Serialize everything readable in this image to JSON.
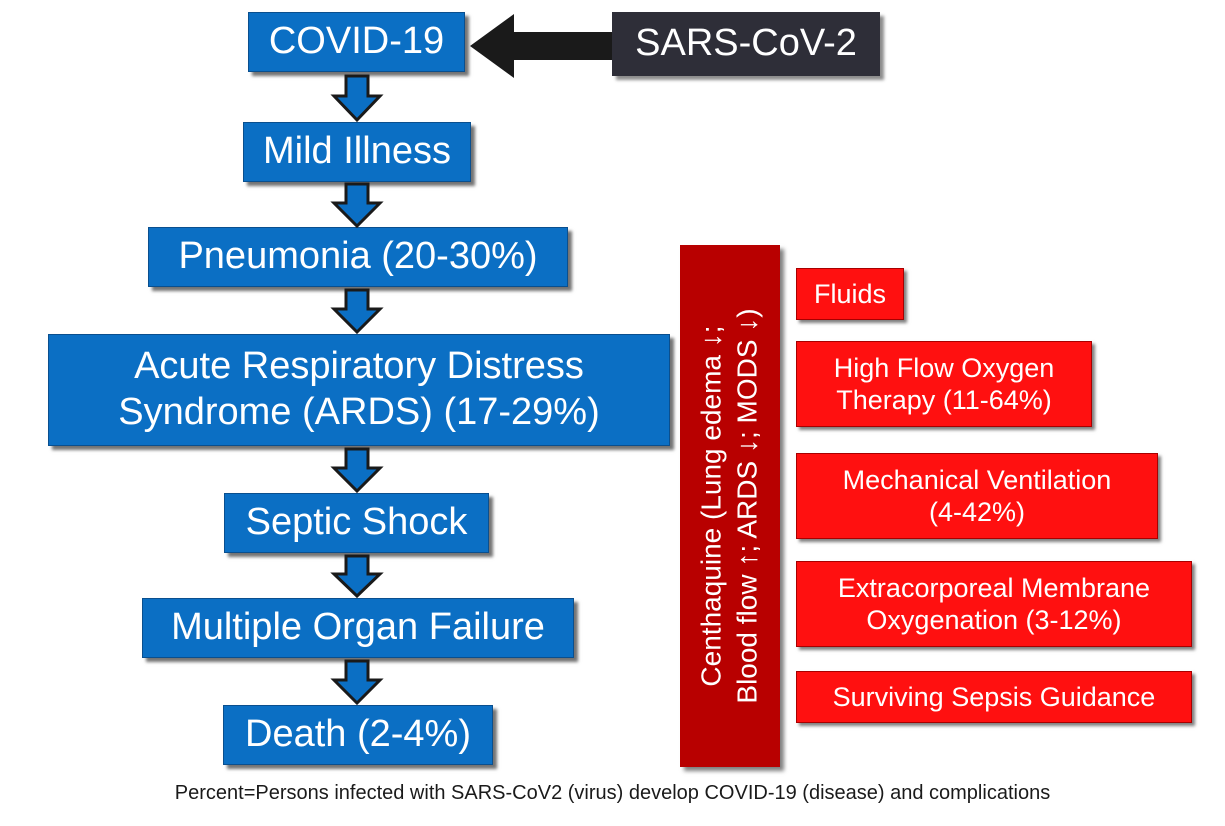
{
  "source": {
    "label": "SARS-CoV-2"
  },
  "flow": {
    "covid": "COVID-19",
    "mild": "Mild Illness",
    "pneumonia": "Pneumonia (20-30%)",
    "ards_line1": "Acute Respiratory Distress",
    "ards_line2": "Syndrome (ARDS) (17-29%)",
    "septic": "Septic Shock",
    "mof": "Multiple Organ Failure",
    "death": "Death (2-4%)"
  },
  "centhaquine": {
    "line1": "Centhaquine (Lung edema ↓;",
    "line2": "Blood flow ↑; ARDS ↓; MODS ↓)"
  },
  "treatments": {
    "fluids": "Fluids",
    "hfo_line1": "High Flow Oxygen",
    "hfo_line2": "Therapy (11-64%)",
    "mv_line1": "Mechanical Ventilation",
    "mv_line2": "(4-42%)",
    "ecmo_line1": "Extracorporeal Membrane",
    "ecmo_line2": "Oxygenation (3-12%)",
    "ssg": "Surviving Sepsis Guidance"
  },
  "caption": "Percent=Persons infected with SARS-CoV2 (virus) develop COVID-19 (disease) and complications",
  "colors": {
    "flow_box": "#0b6fc4",
    "treatment_box": "#ff1010",
    "centhaquine_bar": "#b80000",
    "source_box": "#2e2e38",
    "arrow": "#1a1a1a"
  }
}
